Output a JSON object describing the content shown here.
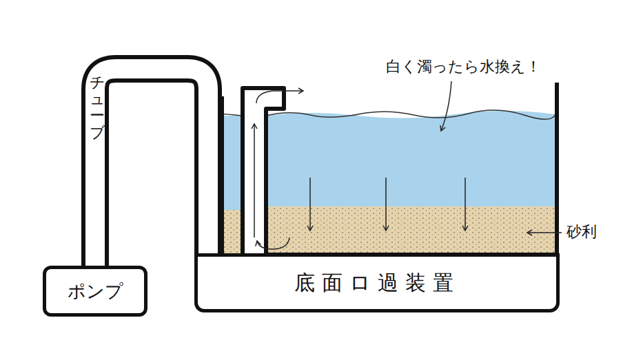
{
  "diagram": {
    "nodes": [
      {
        "text": [
          "ポンプ"
        ]
      },
      {
        "text": [
          "底面ロ過装置"
        ]
      }
    ],
    "edges": [
      {
        "from": 0,
        "to": 1,
        "arrow": "none"
      }
    ],
    "labels": [
      "チューブ",
      "白く濁ったら水換え！",
      "砂利"
    ]
  }
}
